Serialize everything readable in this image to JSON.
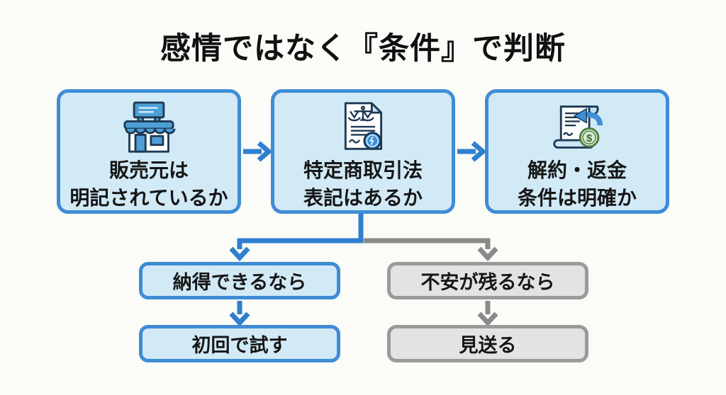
{
  "title": "感情ではなく『条件』で判断",
  "flow": {
    "top_boxes": [
      {
        "icon": "storefront-icon",
        "label_line1": "販売元は",
        "label_line2": "明記されているか"
      },
      {
        "icon": "law-document-icon",
        "label_line1": "特定商取引法",
        "label_line2": "表記はあるか"
      },
      {
        "icon": "refund-money-icon",
        "label_line1": "解約・返金",
        "label_line2": "条件は明確か"
      }
    ],
    "branches": {
      "positive": {
        "condition": "納得できるなら",
        "action": "初回で試す"
      },
      "negative": {
        "condition": "不安が残るなら",
        "action": "見送る"
      }
    }
  },
  "colors": {
    "background": "#fbfbf7",
    "title_text": "#111111",
    "box_fill_blue": "#d2e9f6",
    "box_border_blue": "#3f8cd5",
    "arrow_blue": "#2e7fd0",
    "box_fill_gray": "#e3e3e1",
    "box_border_gray": "#9a9a9a",
    "arrow_gray": "#8a8a8a",
    "box_text": "#161616"
  }
}
